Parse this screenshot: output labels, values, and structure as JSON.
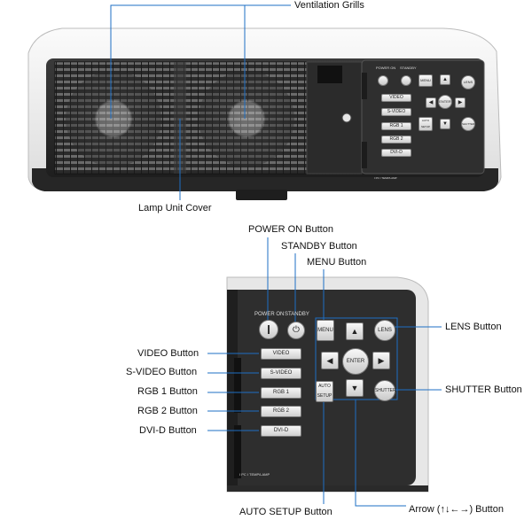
{
  "callouts": {
    "ventilation_grills": "Ventilation Grills",
    "lamp_unit_cover": "Lamp Unit Cover",
    "power_on_button": "POWER ON Button",
    "standby_button": "STANDBY Button",
    "menu_button": "MENU Button",
    "video_button": "VIDEO Button",
    "svideo_button": "S-VIDEO Button",
    "rgb1_button": "RGB 1 Button",
    "rgb2_button": "RGB 2 Button",
    "dvid_button": "DVI-D Button",
    "lens_button": "LENS Button",
    "shutter_button": "SHUTTER Button",
    "auto_setup_button": "AUTO SETUP Button",
    "arrow_button": "Arrow (↑↓←→) Button"
  },
  "panel": {
    "power_on": "POWER ON",
    "standby": "STANDBY",
    "menu": "MENU",
    "lens": "LENS",
    "enter": "ENTER",
    "auto_setup": "AUTO SETUP",
    "shutter": "SHUTTER",
    "video": "VIDEO",
    "svideo": "S-VIDEO",
    "rgb1": "RGB 1",
    "rgb2": "RGB 2",
    "dvid": "DVI-D",
    "footer": "I PC I  TEMP/LAMP"
  },
  "colors": {
    "body_white": "#f2f2f2",
    "panel_dark": "#2e2e2e",
    "callout_line": "#1e6fc4"
  }
}
